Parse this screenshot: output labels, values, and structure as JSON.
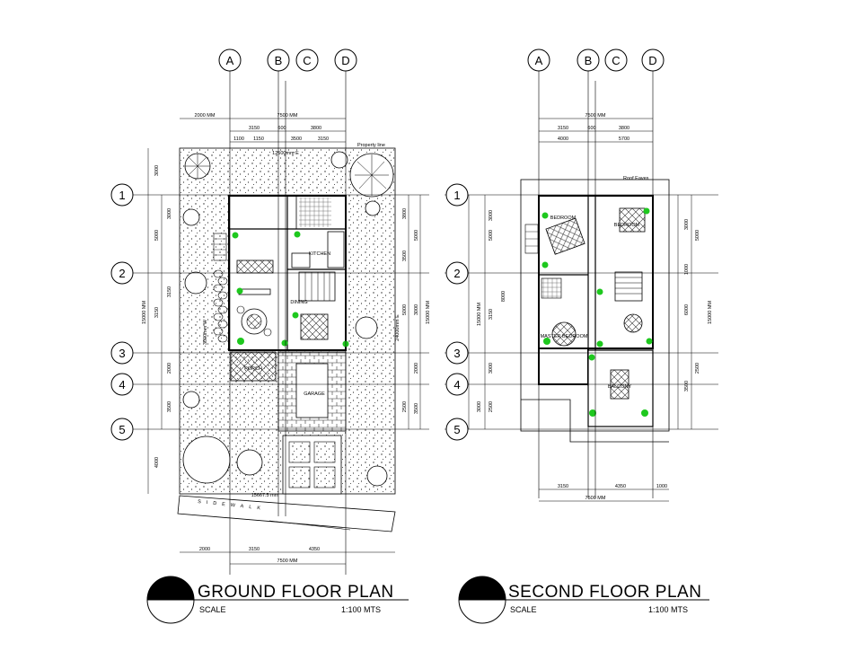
{
  "plans": [
    {
      "title": "GROUND FLOOR PLAN",
      "scale_label": "SCALE",
      "scale_value": "1:100  MTS",
      "column_labels": [
        "A",
        "B",
        "C",
        "D"
      ],
      "row_labels": [
        "1",
        "2",
        "3",
        "4",
        "5"
      ],
      "top_dims": [
        "2000 MM",
        "7500 MM",
        "3150",
        "600",
        "3800",
        "1100",
        "1150",
        "3500",
        "3150",
        "12500mm E"
      ],
      "bottom_dims": [
        "2000",
        "3150",
        "4350",
        "7500 MM",
        "15667.5 mm"
      ],
      "left_dims": [
        "3000",
        "3000",
        "5000",
        "3150",
        "3150",
        "2000",
        "3500",
        "4000",
        "15000 MM",
        "3000mm W"
      ],
      "right_dims": [
        "3800",
        "3500",
        "5000",
        "5000",
        "2000",
        "2500",
        "3500",
        "3000",
        "15000 MM",
        "24000mm E"
      ],
      "rooms": [
        "PORCH",
        "GARAGE",
        "KITCHEN",
        "DINING"
      ],
      "notes": [
        "Property line",
        "SIDEWALK"
      ]
    },
    {
      "title": "SECOND FLOOR PLAN",
      "scale_label": "SCALE",
      "scale_value": "1:100  MTS",
      "column_labels": [
        "A",
        "B",
        "C",
        "D"
      ],
      "row_labels": [
        "1",
        "2",
        "3",
        "4",
        "5"
      ],
      "top_dims": [
        "7500 MM",
        "3150",
        "600",
        "3800",
        "4000",
        "5700"
      ],
      "bottom_dims": [
        "3150",
        "4350",
        "1000",
        "7500 MM"
      ],
      "left_dims": [
        "3000",
        "5000",
        "3150",
        "3000",
        "2500",
        "15000 MM",
        "3000",
        "8000"
      ],
      "right_dims": [
        "3000",
        "5000",
        "1000",
        "6000",
        "2500",
        "3500",
        "15000 MM"
      ],
      "rooms": [
        "BEDROOM",
        "BEDROOM",
        "MASTER BEDROOM",
        "BALCONY"
      ],
      "notes": [
        "Roof Eaves"
      ]
    }
  ]
}
